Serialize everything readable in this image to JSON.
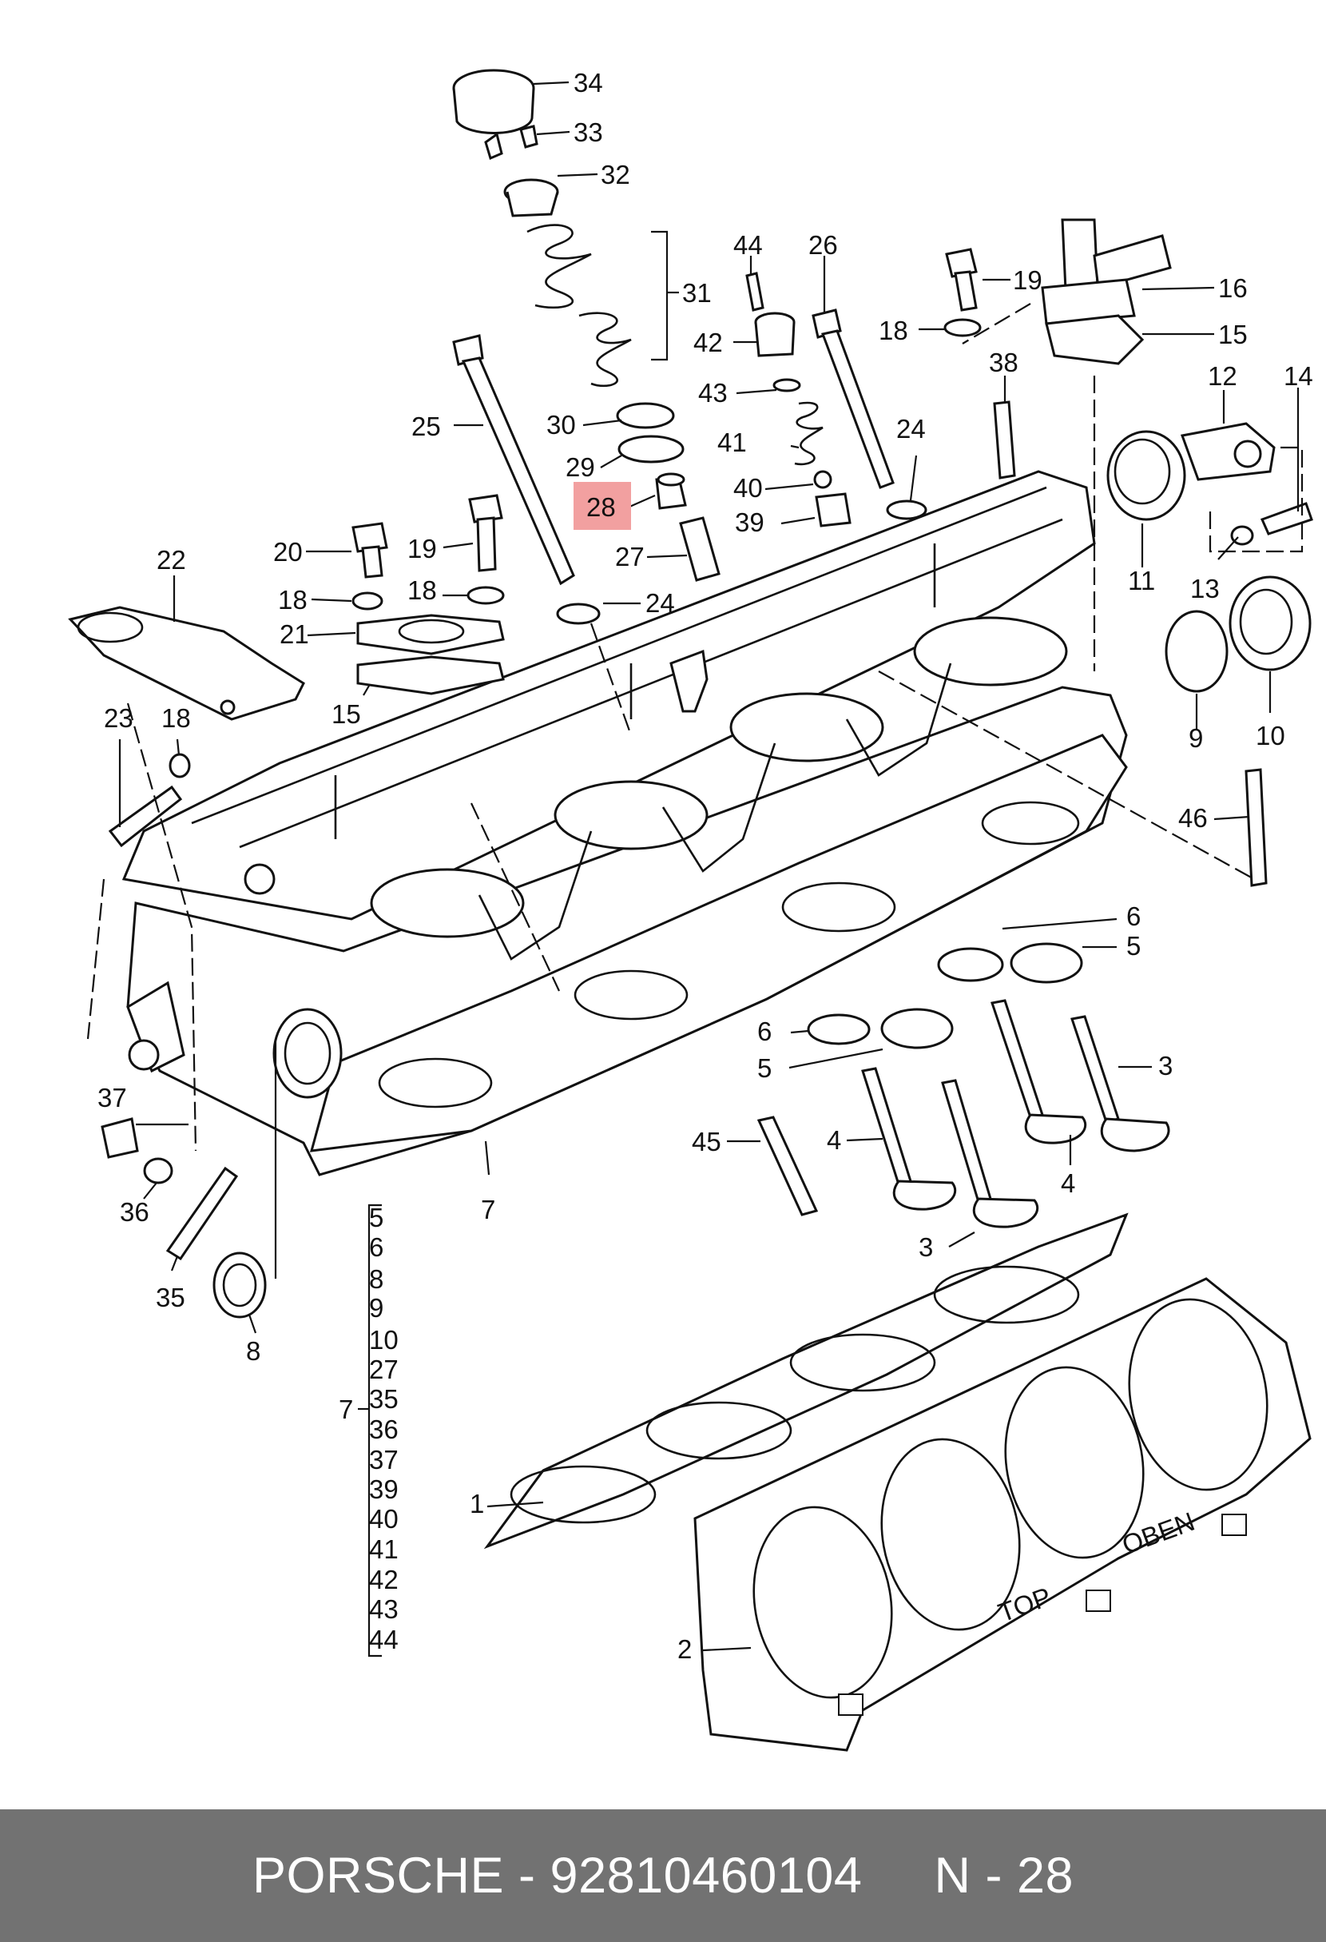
{
  "callouts": [
    {
      "id": "34",
      "label": "34"
    },
    {
      "id": "33",
      "label": "33"
    },
    {
      "id": "32",
      "label": "32"
    },
    {
      "id": "31",
      "label": "31"
    },
    {
      "id": "44",
      "label": "44"
    },
    {
      "id": "26",
      "label": "26"
    },
    {
      "id": "19a",
      "label": "19"
    },
    {
      "id": "16",
      "label": "16"
    },
    {
      "id": "18a",
      "label": "18"
    },
    {
      "id": "15a",
      "label": "15"
    },
    {
      "id": "42",
      "label": "42"
    },
    {
      "id": "38",
      "label": "38"
    },
    {
      "id": "12",
      "label": "12"
    },
    {
      "id": "14",
      "label": "14"
    },
    {
      "id": "43",
      "label": "43"
    },
    {
      "id": "25",
      "label": "25"
    },
    {
      "id": "30",
      "label": "30"
    },
    {
      "id": "41",
      "label": "41"
    },
    {
      "id": "24a",
      "label": "24"
    },
    {
      "id": "29",
      "label": "29"
    },
    {
      "id": "40",
      "label": "40"
    },
    {
      "id": "28",
      "label": "28"
    },
    {
      "id": "39",
      "label": "39"
    },
    {
      "id": "27",
      "label": "27"
    },
    {
      "id": "20",
      "label": "20"
    },
    {
      "id": "19b",
      "label": "19"
    },
    {
      "id": "11",
      "label": "11"
    },
    {
      "id": "13",
      "label": "13"
    },
    {
      "id": "22",
      "label": "22"
    },
    {
      "id": "18b",
      "label": "18"
    },
    {
      "id": "18c",
      "label": "18"
    },
    {
      "id": "24b",
      "label": "24"
    },
    {
      "id": "21",
      "label": "21"
    },
    {
      "id": "15b",
      "label": "15"
    },
    {
      "id": "9",
      "label": "9"
    },
    {
      "id": "10",
      "label": "10"
    },
    {
      "id": "23",
      "label": "23"
    },
    {
      "id": "18d",
      "label": "18"
    },
    {
      "id": "46",
      "label": "46"
    },
    {
      "id": "6a",
      "label": "6"
    },
    {
      "id": "5a",
      "label": "5"
    },
    {
      "id": "6b",
      "label": "6"
    },
    {
      "id": "5b",
      "label": "5"
    },
    {
      "id": "3a",
      "label": "3"
    },
    {
      "id": "37",
      "label": "37"
    },
    {
      "id": "45",
      "label": "45"
    },
    {
      "id": "4a",
      "label": "4"
    },
    {
      "id": "4b",
      "label": "4"
    },
    {
      "id": "36",
      "label": "36"
    },
    {
      "id": "7a",
      "label": "7"
    },
    {
      "id": "3b",
      "label": "3"
    },
    {
      "id": "35",
      "label": "35"
    },
    {
      "id": "8",
      "label": "8"
    },
    {
      "id": "1",
      "label": "1"
    },
    {
      "id": "2",
      "label": "2"
    },
    {
      "id": "7b",
      "label": "7"
    }
  ],
  "kit_list": [
    "5",
    "6",
    "8",
    "9",
    "10",
    "27",
    "35",
    "36",
    "37",
    "39",
    "40",
    "41",
    "42",
    "43",
    "44"
  ],
  "gasket_marks": {
    "top": "TOP",
    "oben": "OBEN"
  },
  "highlight": {
    "part_number": "28",
    "color": "#f2a0a0"
  },
  "footer": {
    "brand": "PORSCHE",
    "separator": "-",
    "part_number": "92810460104",
    "ref": "N - 28",
    "background": "#727272"
  }
}
